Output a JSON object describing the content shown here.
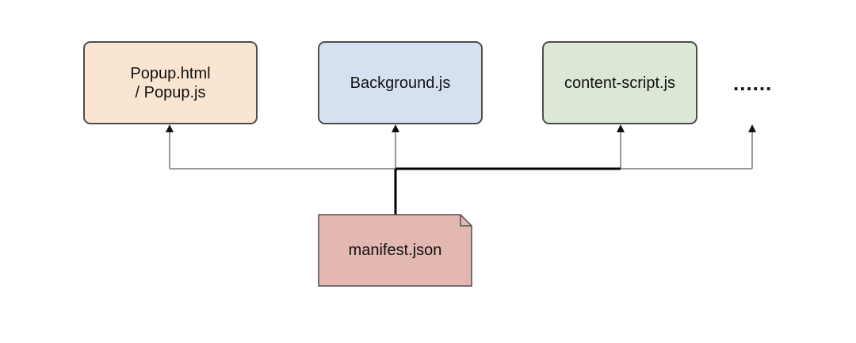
{
  "diagram": {
    "popup": {
      "line1": "Popup.html",
      "line2": "/ Popup.js",
      "fill": "#f9e5d1"
    },
    "background": {
      "label": "Background.js",
      "fill": "#d5e1f1"
    },
    "content_script": {
      "label": "content-script.js",
      "fill": "#dbe8d5"
    },
    "more": {
      "label": "......"
    },
    "manifest": {
      "label": "manifest.json",
      "fill": "#e2b8b1"
    },
    "colors": {
      "box_border": "#4d4d4d",
      "connector": "#999999",
      "trunk": "#000000",
      "arrowhead": "#111111"
    }
  }
}
